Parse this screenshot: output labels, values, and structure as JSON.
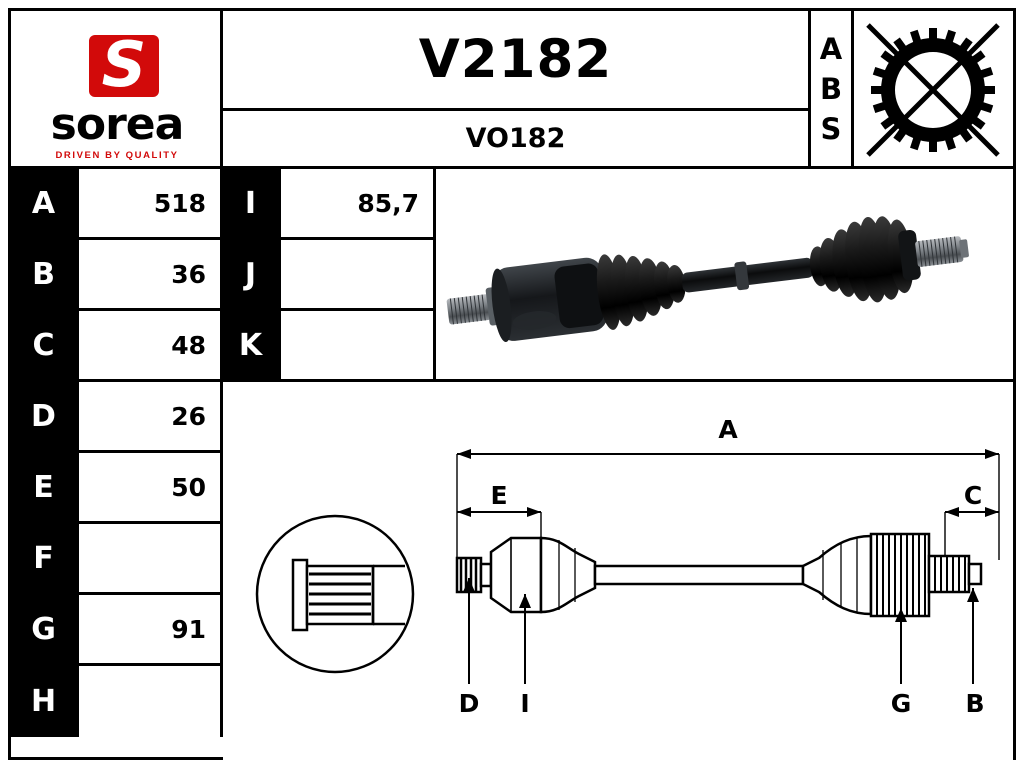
{
  "document": {
    "brand": {
      "logo_glyph": "S",
      "wordmark": "sorea",
      "tagline": "DRIVEN BY QUALITY",
      "accent_color": "#d20a0a"
    },
    "reference": {
      "main": "V2182",
      "sub": "VO182"
    },
    "abs_label": {
      "line1": "A",
      "line2": "B",
      "line3": "S"
    },
    "abs_icon_name": "abs-ring-crossed-out-icon"
  },
  "spec_table_left": {
    "rows": [
      {
        "key": "A",
        "value": "518"
      },
      {
        "key": "B",
        "value": "36"
      },
      {
        "key": "C",
        "value": "48"
      },
      {
        "key": "D",
        "value": "26"
      },
      {
        "key": "E",
        "value": "50"
      },
      {
        "key": "F",
        "value": ""
      },
      {
        "key": "G",
        "value": "91"
      },
      {
        "key": "H",
        "value": ""
      }
    ]
  },
  "spec_table_right": {
    "rows": [
      {
        "key": "I",
        "value": "85,7"
      },
      {
        "key": "J",
        "value": ""
      },
      {
        "key": "K",
        "value": ""
      }
    ]
  },
  "photo_panel": {
    "caption": "",
    "item_name": "cv-driveshaft-photo"
  },
  "drawing_panel": {
    "callouts": {
      "overall": "A",
      "left_dim": "E",
      "right_dim": "C",
      "bottom_left": "D",
      "bottom_mid": "I",
      "bottom_right1": "G",
      "bottom_right2": "B"
    },
    "detail_circle_name": "spline-detail-circle"
  }
}
